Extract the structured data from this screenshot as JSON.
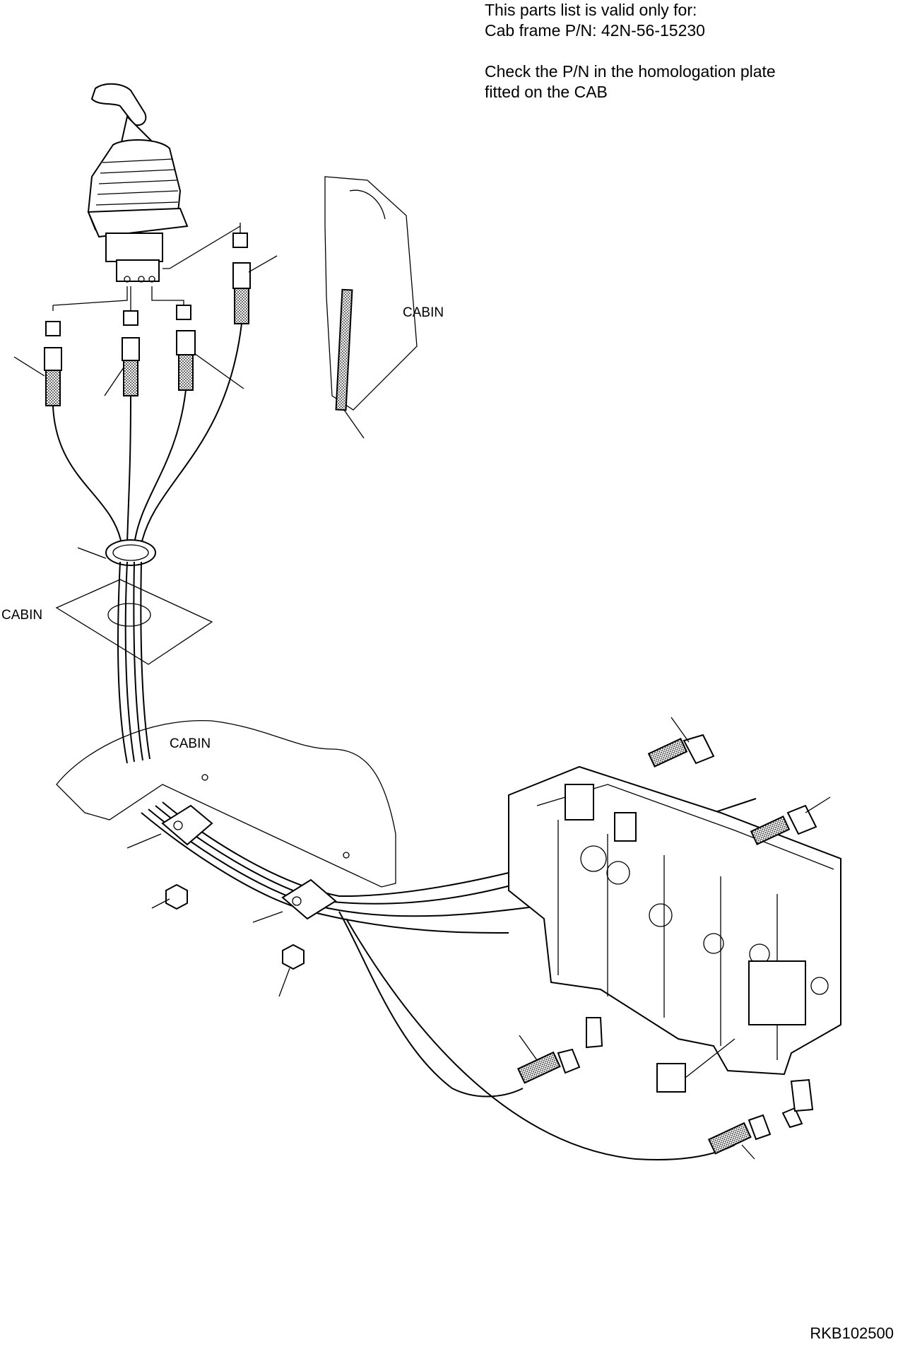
{
  "note": {
    "line1": "This parts list is valid only for:",
    "line2": "Cab frame P/N: 42N-56-15230",
    "line3": "Check the P/N in the homologation plate",
    "line4": "fitted on the CAB"
  },
  "labels": {
    "cabin_top": "CABIN",
    "cabin_left": "CABIN",
    "cabin_floor": "CABIN"
  },
  "figure_id": "RKB102500"
}
